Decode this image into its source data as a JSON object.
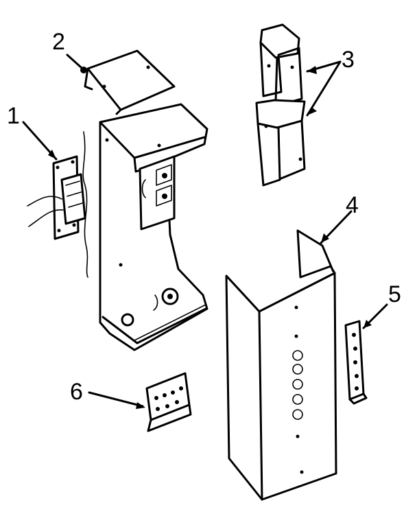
{
  "callouts": [
    {
      "id": "1",
      "label": "1"
    },
    {
      "id": "2",
      "label": "2"
    },
    {
      "id": "3",
      "label": "3"
    },
    {
      "id": "4",
      "label": "4"
    },
    {
      "id": "5",
      "label": "5"
    },
    {
      "id": "6",
      "label": "6"
    }
  ],
  "colors": {
    "ink": "#000000",
    "paper": "#ffffff"
  }
}
